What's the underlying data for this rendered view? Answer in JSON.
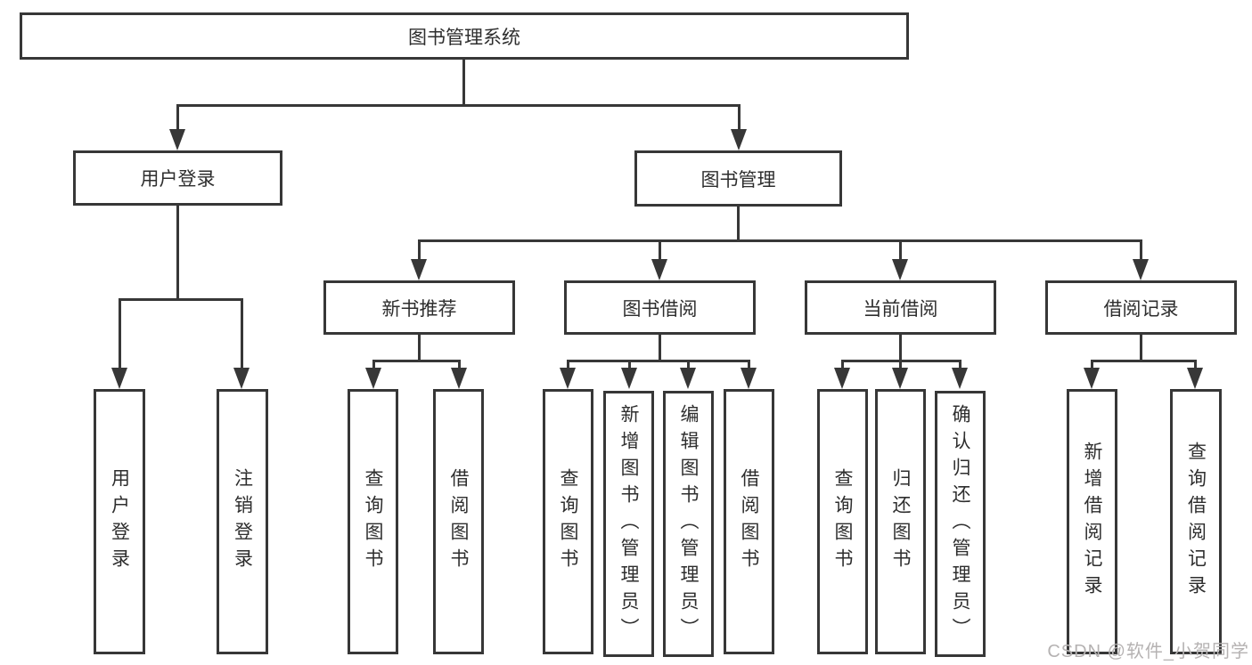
{
  "diagram": {
    "root": {
      "label": "图书管理系统"
    },
    "branches": [
      {
        "label": "用户登录",
        "children": [
          {
            "label": "用户登录"
          },
          {
            "label": "注销登录"
          }
        ]
      },
      {
        "label": "图书管理",
        "sections": [
          {
            "label": "新书推荐",
            "children": [
              {
                "label": "查询图书"
              },
              {
                "label": "借阅图书"
              }
            ]
          },
          {
            "label": "图书借阅",
            "children": [
              {
                "label": "查询图书"
              },
              {
                "label": "新增图书（管理员）"
              },
              {
                "label": "编辑图书（管理员）"
              },
              {
                "label": "借阅图书"
              }
            ]
          },
          {
            "label": "当前借阅",
            "children": [
              {
                "label": "查询图书"
              },
              {
                "label": "归还图书"
              },
              {
                "label": "确认归还（管理员）"
              }
            ]
          },
          {
            "label": "借阅记录",
            "children": [
              {
                "label": "新增借阅记录"
              },
              {
                "label": "查询借阅记录"
              }
            ]
          }
        ]
      }
    ],
    "watermark": {
      "text": "CSDN @软件_小贺同学"
    },
    "colors": {
      "line": "#373737",
      "text": "#2e2e2e",
      "watermark": "#b5b2b2",
      "background": "#ffffff"
    }
  }
}
